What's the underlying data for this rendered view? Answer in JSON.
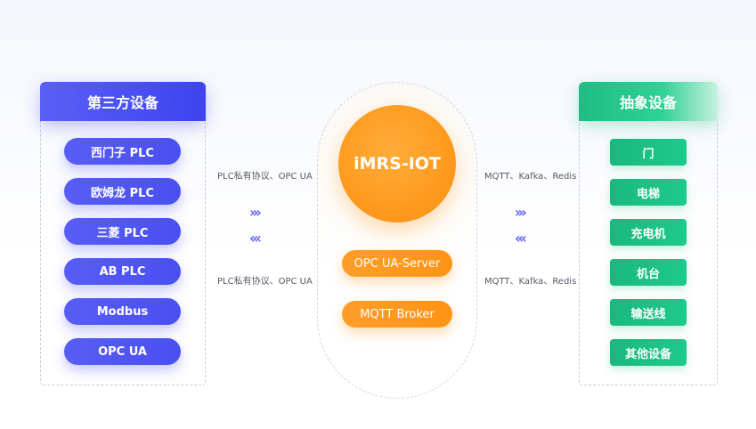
{
  "left": {
    "title": "第三方设备",
    "items": [
      "西门子 PLC",
      "欧姆龙 PLC",
      "三菱 PLC",
      "AB PLC",
      "Modbus",
      "OPC UA"
    ]
  },
  "center": {
    "core": "iMRS-IOT",
    "modules": [
      "OPC UA-Server",
      "MQTT Broker"
    ]
  },
  "right": {
    "title": "抽象设备",
    "items": [
      "门",
      "电梯",
      "充电机",
      "机台",
      "输送线",
      "其他设备"
    ]
  },
  "links": {
    "left_top": "PLC私有协议、OPC UA",
    "left_bottom": "PLC私有协议、OPC UA",
    "right_top": "MQTT、Kafka、Redis",
    "right_bottom": "MQTT、Kafka、Redis"
  },
  "arrows": {
    "right": "›››",
    "left": "‹‹‹"
  },
  "colors": {
    "left_accent": "#4a4ff0",
    "center_accent": "#ff9a1f",
    "right_accent": "#1fc98c"
  }
}
